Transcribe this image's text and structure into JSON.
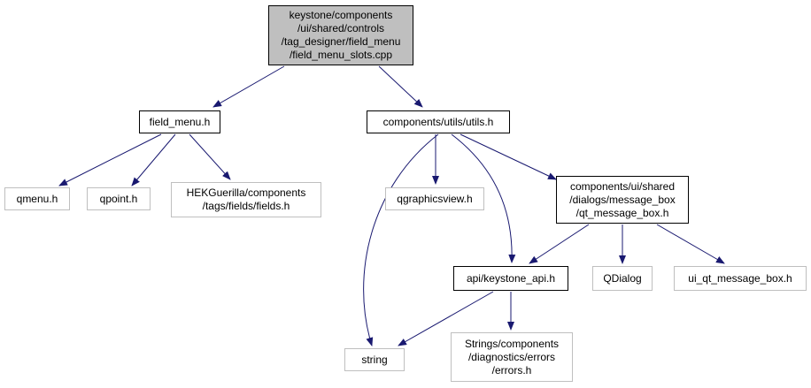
{
  "colors": {
    "edge": "#191970",
    "root_fill": "#bfbfbf",
    "node_border_linked": "#000000",
    "node_border_external": "#bfbfbf"
  },
  "nodes": [
    {
      "id": "root",
      "kind": "root",
      "lines": [
        "keystone/components",
        "/ui/shared/controls",
        "/tag_designer/field_menu",
        "/field_menu_slots.cpp"
      ]
    },
    {
      "id": "field_menu_h",
      "kind": "linked",
      "lines": [
        "field_menu.h"
      ]
    },
    {
      "id": "utils_h",
      "kind": "linked",
      "lines": [
        "components/utils/utils.h"
      ]
    },
    {
      "id": "qmenu_h",
      "kind": "external",
      "lines": [
        "qmenu.h"
      ]
    },
    {
      "id": "qpoint_h",
      "kind": "external",
      "lines": [
        "qpoint.h"
      ]
    },
    {
      "id": "fields_h",
      "kind": "external",
      "lines": [
        "HEKGuerilla/components",
        "/tags/fields/fields.h"
      ]
    },
    {
      "id": "qgraphicsview_h",
      "kind": "external",
      "lines": [
        "qgraphicsview.h"
      ]
    },
    {
      "id": "qt_message_box_h",
      "kind": "linked",
      "lines": [
        "components/ui/shared",
        "/dialogs/message_box",
        "/qt_message_box.h"
      ]
    },
    {
      "id": "keystone_api_h",
      "kind": "linked",
      "lines": [
        "api/keystone_api.h"
      ]
    },
    {
      "id": "qdialog",
      "kind": "external",
      "lines": [
        "QDialog"
      ]
    },
    {
      "id": "ui_qt_message_box_h",
      "kind": "external",
      "lines": [
        "ui_qt_message_box.h"
      ]
    },
    {
      "id": "string",
      "kind": "external",
      "lines": [
        "string"
      ]
    },
    {
      "id": "errors_h",
      "kind": "external",
      "lines": [
        "Strings/components",
        "/diagnostics/errors",
        "/errors.h"
      ]
    }
  ],
  "edges": [
    {
      "from": "root",
      "to": "field_menu_h"
    },
    {
      "from": "root",
      "to": "utils_h"
    },
    {
      "from": "field_menu_h",
      "to": "qmenu_h"
    },
    {
      "from": "field_menu_h",
      "to": "qpoint_h"
    },
    {
      "from": "field_menu_h",
      "to": "fields_h"
    },
    {
      "from": "utils_h",
      "to": "string"
    },
    {
      "from": "utils_h",
      "to": "qgraphicsview_h"
    },
    {
      "from": "utils_h",
      "to": "keystone_api_h"
    },
    {
      "from": "utils_h",
      "to": "qt_message_box_h"
    },
    {
      "from": "qt_message_box_h",
      "to": "keystone_api_h"
    },
    {
      "from": "qt_message_box_h",
      "to": "qdialog"
    },
    {
      "from": "qt_message_box_h",
      "to": "ui_qt_message_box_h"
    },
    {
      "from": "keystone_api_h",
      "to": "string"
    },
    {
      "from": "keystone_api_h",
      "to": "errors_h"
    }
  ]
}
